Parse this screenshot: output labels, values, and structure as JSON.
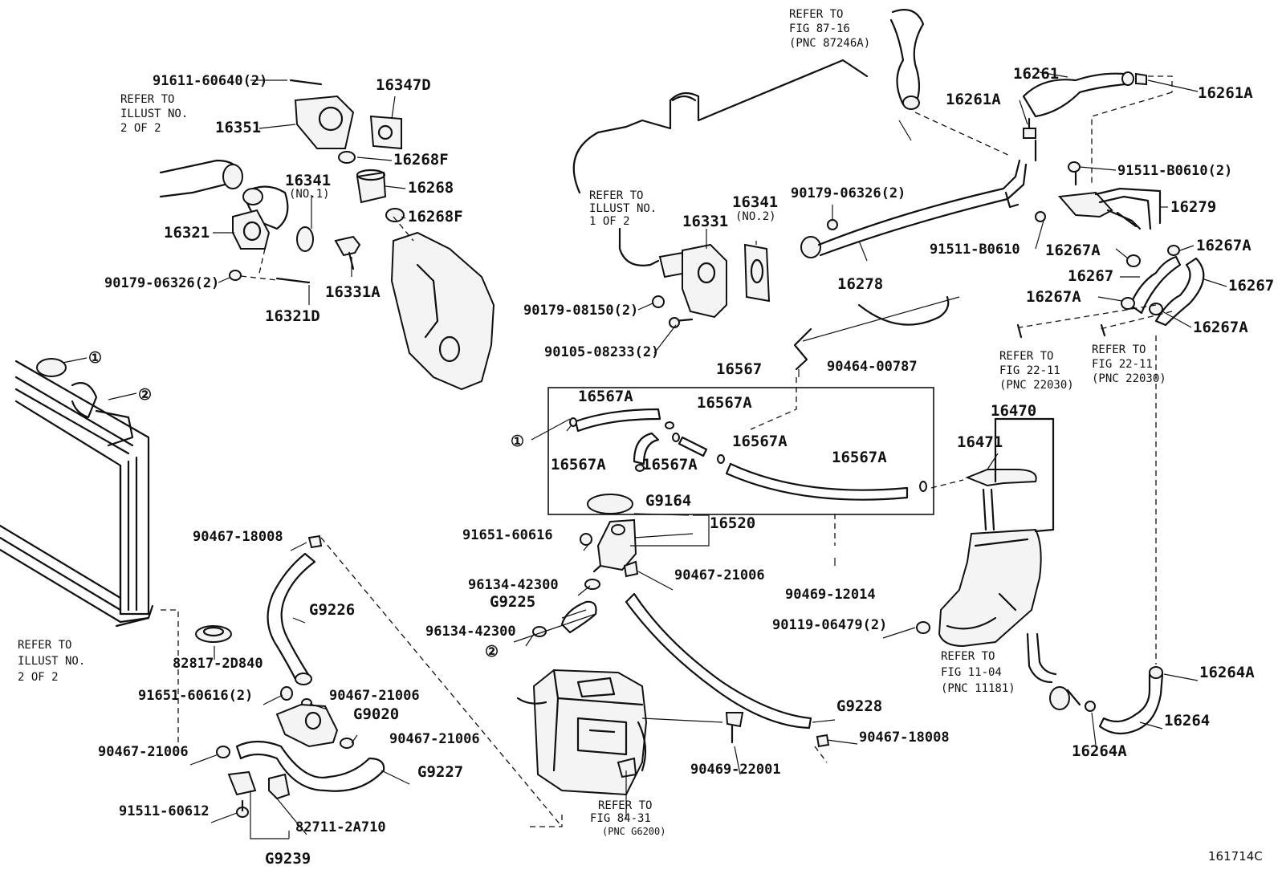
{
  "diagram_id": "161714C",
  "refs": {
    "fig_87_16": [
      "REFER TO",
      "FIG 87-16",
      "(PNC 87246A)"
    ],
    "illust_2of2_top": [
      "REFER TO",
      "ILLUST NO.",
      "2 OF 2"
    ],
    "illust_1of2": [
      "REFER TO",
      "ILLUST NO.",
      "1 OF 2"
    ],
    "fig_22_11_a": [
      "REFER TO",
      "FIG 22-11",
      "(PNC 22030)"
    ],
    "fig_22_11_b": [
      "REFER TO",
      "FIG 22-11",
      "(PNC 22030)"
    ],
    "fig_11_04": [
      "REFER TO",
      "FIG 11-04",
      "(PNC 11181)"
    ],
    "illust_2of2_bottom": [
      "REFER TO",
      "ILLUST NO.",
      "2 OF 2"
    ],
    "fig_84_31": [
      "REFER TO",
      "FIG 84-31",
      "(PNC G6200)"
    ]
  },
  "labels": {
    "p91611": "91611-60640(2)",
    "p16347D": "16347D",
    "p16351": "16351",
    "p16268F_a": "16268F",
    "p16341_no1": "16341",
    "p16341_no1_sub": "(NO.1)",
    "p16268": "16268",
    "p16268F_b": "16268F",
    "p16321": "16321",
    "p90179_a": "90179-06326(2)",
    "p16331A": "16331A",
    "p16321D": "16321D",
    "p16341_no2": "16341",
    "p16341_no2_sub": "(NO.2)",
    "p16331": "16331",
    "p90179_b": "90179-08150(2)",
    "p90105": "90105-08233(2)",
    "p90179_c": "90179-06326(2)",
    "p16278": "16278",
    "p16261": "16261",
    "p16261A_a": "16261A",
    "p16261A_b": "16261A",
    "p91511_a": "91511-B0610(2)",
    "p16279": "16279",
    "p91511_b": "91511-B0610",
    "p16267A_a": "16267A",
    "p16267A_b": "16267A",
    "p16267_a": "16267",
    "p16267_b": "16267",
    "p16267A_c": "16267A",
    "p16267A_d": "16267A",
    "p90464": "90464-00787",
    "p16567": "16567",
    "p16567A_1": "16567A",
    "p16567A_2": "16567A",
    "p16567A_3": "16567A",
    "p16567A_4": "16567A",
    "p16567A_5": "16567A",
    "p16567A_6": "16567A",
    "p16470": "16470",
    "p16471": "16471",
    "pG9164": "G9164",
    "p16520": "16520",
    "p91651_a": "91651-60616",
    "p90467_21006_a": "90467-21006",
    "p96134_a": "96134-42300",
    "pG9225": "G9225",
    "p96134_b": "96134-42300",
    "p90469_12014": "90469-12014",
    "p90119": "90119-06479(2)",
    "p90467_18008_a": "90467-18008",
    "pG9226": "G9226",
    "p82817": "82817-2D840",
    "p91651_b": "91651-60616(2)",
    "p90467_21006_b": "90467-21006",
    "pG9020": "G9020",
    "p90467_21006_c": "90467-21006",
    "p90467_21006_d": "90467-21006",
    "pG9227": "G9227",
    "p91511_60612": "91511-60612",
    "p82711": "82711-2A710",
    "pG9239": "G9239",
    "pG9228": "G9228",
    "p90467_18008_b": "90467-18008",
    "p90469_22001": "90469-22001",
    "p16264A_a": "16264A",
    "p16264": "16264",
    "p16264A_b": "16264A",
    "circle1": "①",
    "circle2": "②"
  }
}
